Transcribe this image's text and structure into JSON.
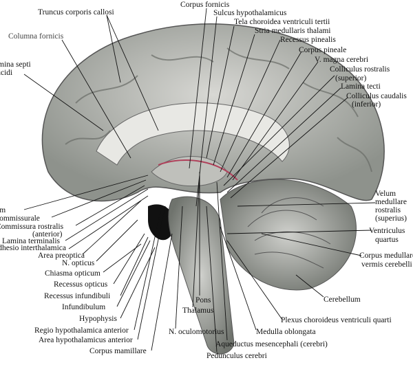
{
  "labels_top": {
    "corpus_fornicis": "Corpus fornicis",
    "truncus": "Truncus corporis callosi",
    "columna": "Columna fornicis",
    "lamina_septi_1": "Lamina septi",
    "lamina_septi_2": "pellucidi",
    "sulcus": "Sulcus hypothalamicus",
    "tela": "Tela choroidea ventriculi tertii",
    "stria": "Stria medullaris thalami",
    "recessus_pinealis": "Recessus pinealis",
    "corpus_pineale": "Corpus pineale",
    "v_magna": "V. magna cerebri",
    "coll_rostralis": "Colliculus rostralis",
    "coll_rostralis_sub": "(superior)",
    "lamina_tecti": "Lamina tecti",
    "coll_caudalis": "Colliculus caudalis",
    "coll_caudalis_sub": "(inferior)"
  },
  "labels_right": {
    "velum_1": "Velum",
    "velum_2": "medullare",
    "velum_3": "rostralis",
    "velum_4": "(superius)",
    "ventriculus_1": "Ventriculus",
    "ventriculus_2": "quartus",
    "corpus_medullare_1": "Corpus medullare",
    "corpus_medullare_2": "vermis cerebelli",
    "cerebellum": "Cerebellum",
    "plexus": "Plexus choroideus ventriculi quarti",
    "medulla": "Medulla oblongata",
    "aqueductus": "Aqueductus mesencephali (cerebri)",
    "pedunculus": "Pedunculus cerebri",
    "pons": "Pons",
    "thalamus": "Thalamus",
    "n_oculomotorius": "N. oculomotorius"
  },
  "labels_left": {
    "septum": "Septum",
    "commissurale": "commissurale",
    "commissura": "Commissura rostralis",
    "commissura_sub": "(anterior)",
    "lamina_terminalis": "Lamina terminalis",
    "adhesio": "Adhesio interthalamica",
    "area_preoptica": "Area preoptica",
    "n_opticus": "N. opticus",
    "chiasma": "Chiasma opticum",
    "recessus_opticus": "Recessus opticus",
    "recessus_infundibuli": "Recessus infundibuli",
    "infundibulum": "Infundibulum",
    "hypophysis": "Hypophysis",
    "regio": "Regio hypothalamica anterior",
    "area_hypothalamicus": "Area hypothalamicus anterior",
    "corpus_mamillare": "Corpus mamillare"
  }
}
